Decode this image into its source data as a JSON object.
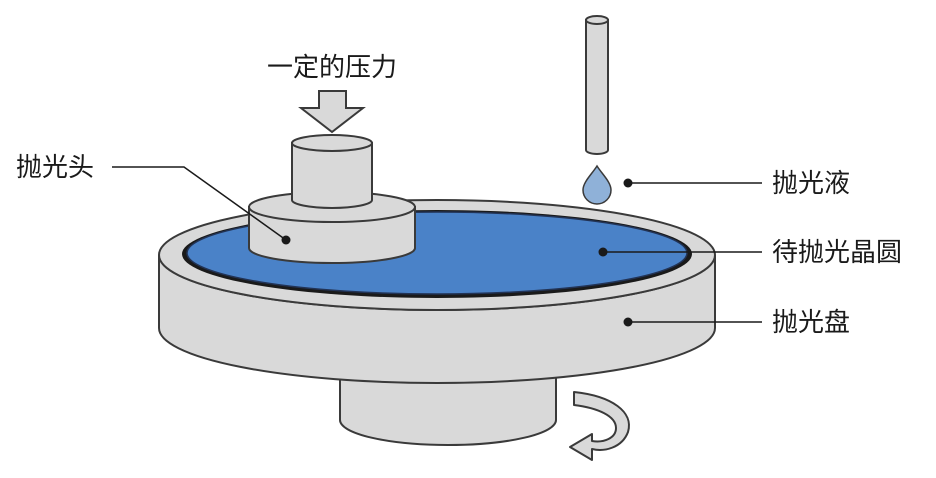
{
  "labels": {
    "pressure": "一定的压力",
    "polishing_head": "抛光头",
    "polishing_liquid": "抛光液",
    "wafer": "待抛光晶圆",
    "polishing_pad": "抛光盘"
  },
  "colors": {
    "metal_fill": "#d9d9d9",
    "metal_stroke": "#3a3a3a",
    "wafer_blue": "#4a82c8",
    "droplet_blue": "#8fb1d8",
    "leader_line": "#1a1a1a"
  }
}
